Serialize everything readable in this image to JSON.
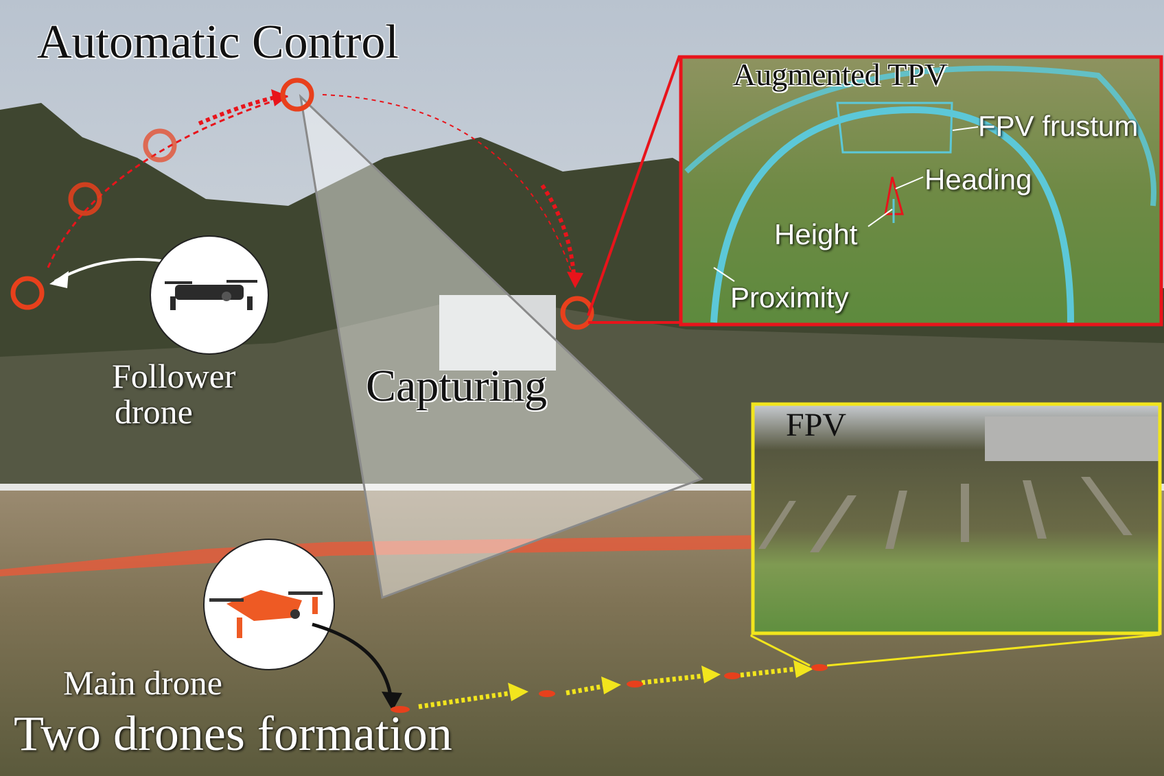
{
  "title": "Automatic Control",
  "labels": {
    "follower_drone_line1": "Follower",
    "follower_drone_line2": "drone",
    "capturing": "Capturing",
    "main_drone": "Main drone",
    "formation": "Two drones formation"
  },
  "tpv_inset": {
    "title": "Augmented TPV",
    "fpv_frustum": "FPV frustum",
    "heading": "Heading",
    "height": "Height",
    "proximity": "Proximity",
    "border_color": "#e8141b"
  },
  "fpv_inset": {
    "title": "FPV",
    "border_color": "#f2e51d"
  },
  "colors": {
    "trajectory": "#e8401c",
    "formation_arrows": "#f2e51d",
    "proximity_ring": "#5cc8d8"
  }
}
